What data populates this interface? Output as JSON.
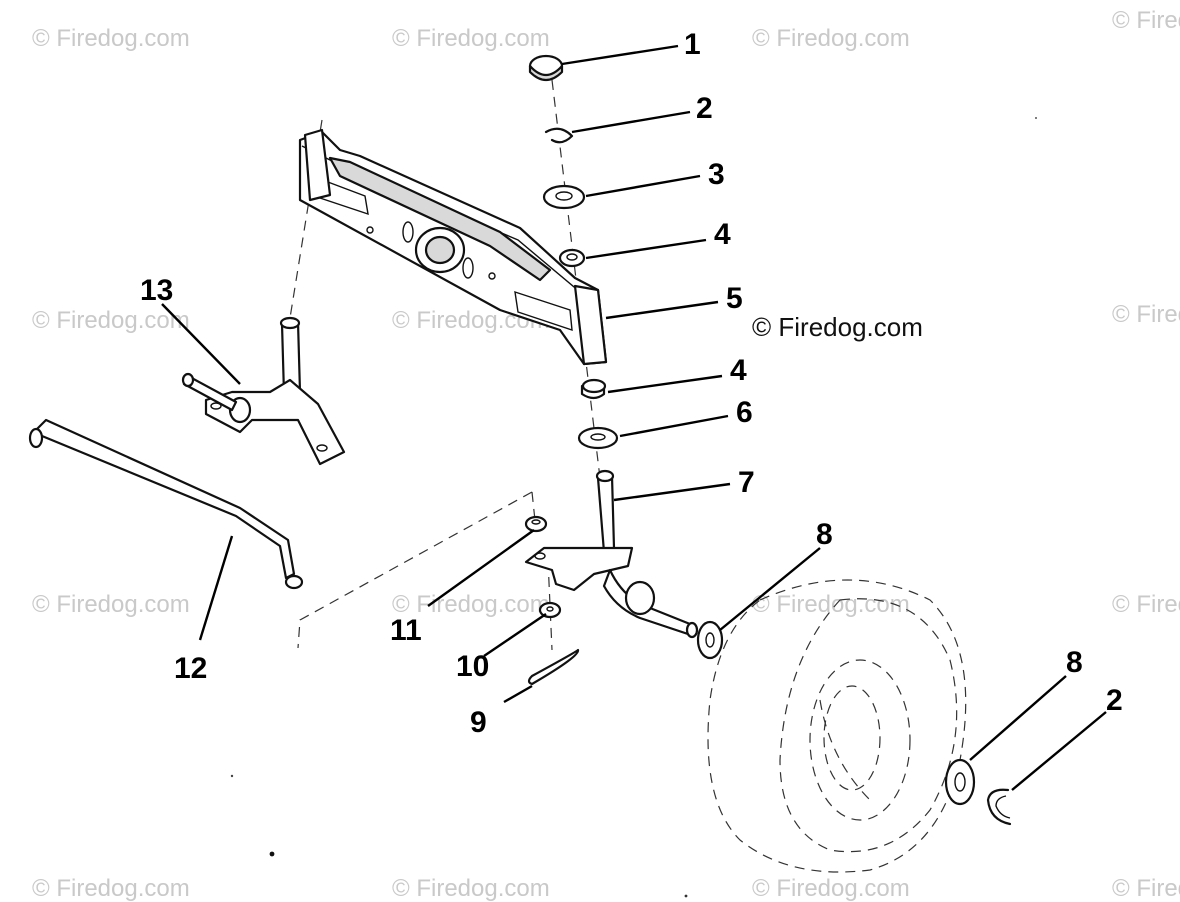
{
  "watermark_text": "© Firedog.com",
  "copyright_text": "© Firedog.com",
  "callouts": [
    "1",
    "2",
    "3",
    "4",
    "5",
    "4",
    "6",
    "7",
    "8",
    "13",
    "12",
    "11",
    "10",
    "9",
    "8",
    "2"
  ]
}
